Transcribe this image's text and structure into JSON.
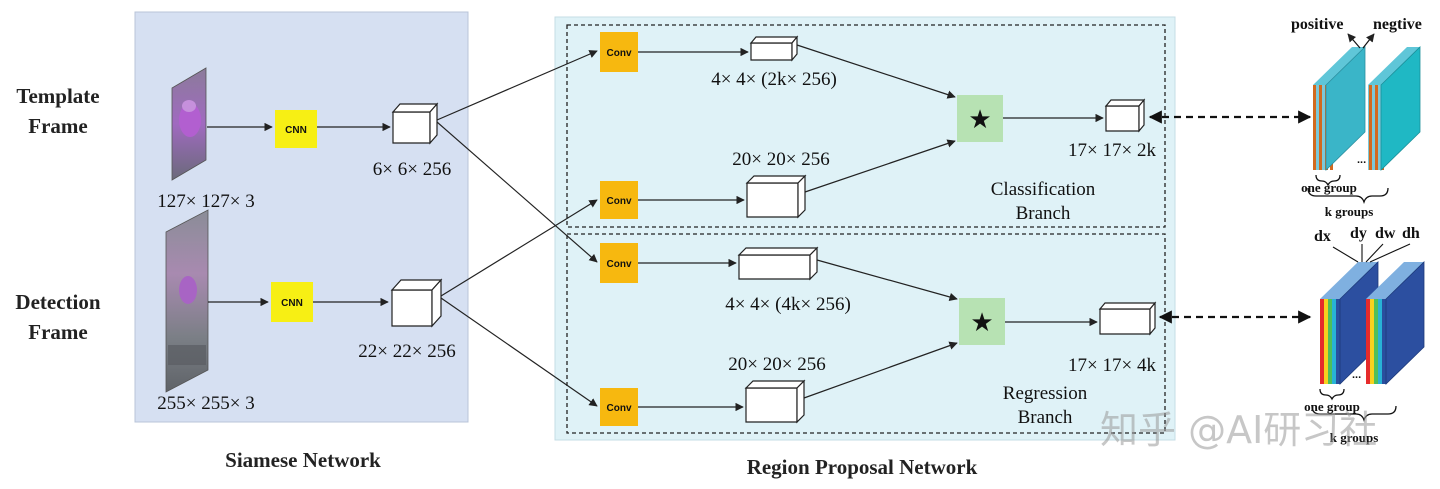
{
  "colors": {
    "siamese_bg": "#d6e0f2",
    "rpn_bg": "#dff2f7",
    "cnn_box": "#f7ef14",
    "conv_box": "#f7b80f",
    "star_box": "#b7e2b3"
  },
  "siamese": {
    "title": "Siamese Network",
    "template_label": [
      "Template",
      "Frame"
    ],
    "detection_label": [
      "Detection",
      "Frame"
    ],
    "template_size": "127× 127× 3",
    "detection_size": "255× 255× 3",
    "cnn_label": "CNN",
    "template_feat": "6× 6× 256",
    "detection_feat": "22× 22× 256"
  },
  "rpn": {
    "title": "Region Proposal Network",
    "conv_label": "Conv",
    "cls_kernel": "4× 4× (2k× 256)",
    "cls_search": "20× 20× 256",
    "cls_out": "17× 17× 2k",
    "cls_branch": [
      "Classification",
      "Branch"
    ],
    "reg_kernel": "4× 4× (4k× 256)",
    "reg_search": "20× 20× 256",
    "reg_out": "17× 17× 4k",
    "reg_branch": [
      "Regression",
      "Branch"
    ],
    "star": "★"
  },
  "output": {
    "positive": "positive",
    "negtive": "negtive",
    "one_group_top": "one group",
    "k_groups_top": "k groups",
    "dx": "dx",
    "dy": "dy",
    "dw": "dw",
    "dh": "dh",
    "one_group_bottom": "one group",
    "k_groups_bottom": "k groups",
    "dots": "..."
  },
  "watermark": "知乎 @AI研习社"
}
